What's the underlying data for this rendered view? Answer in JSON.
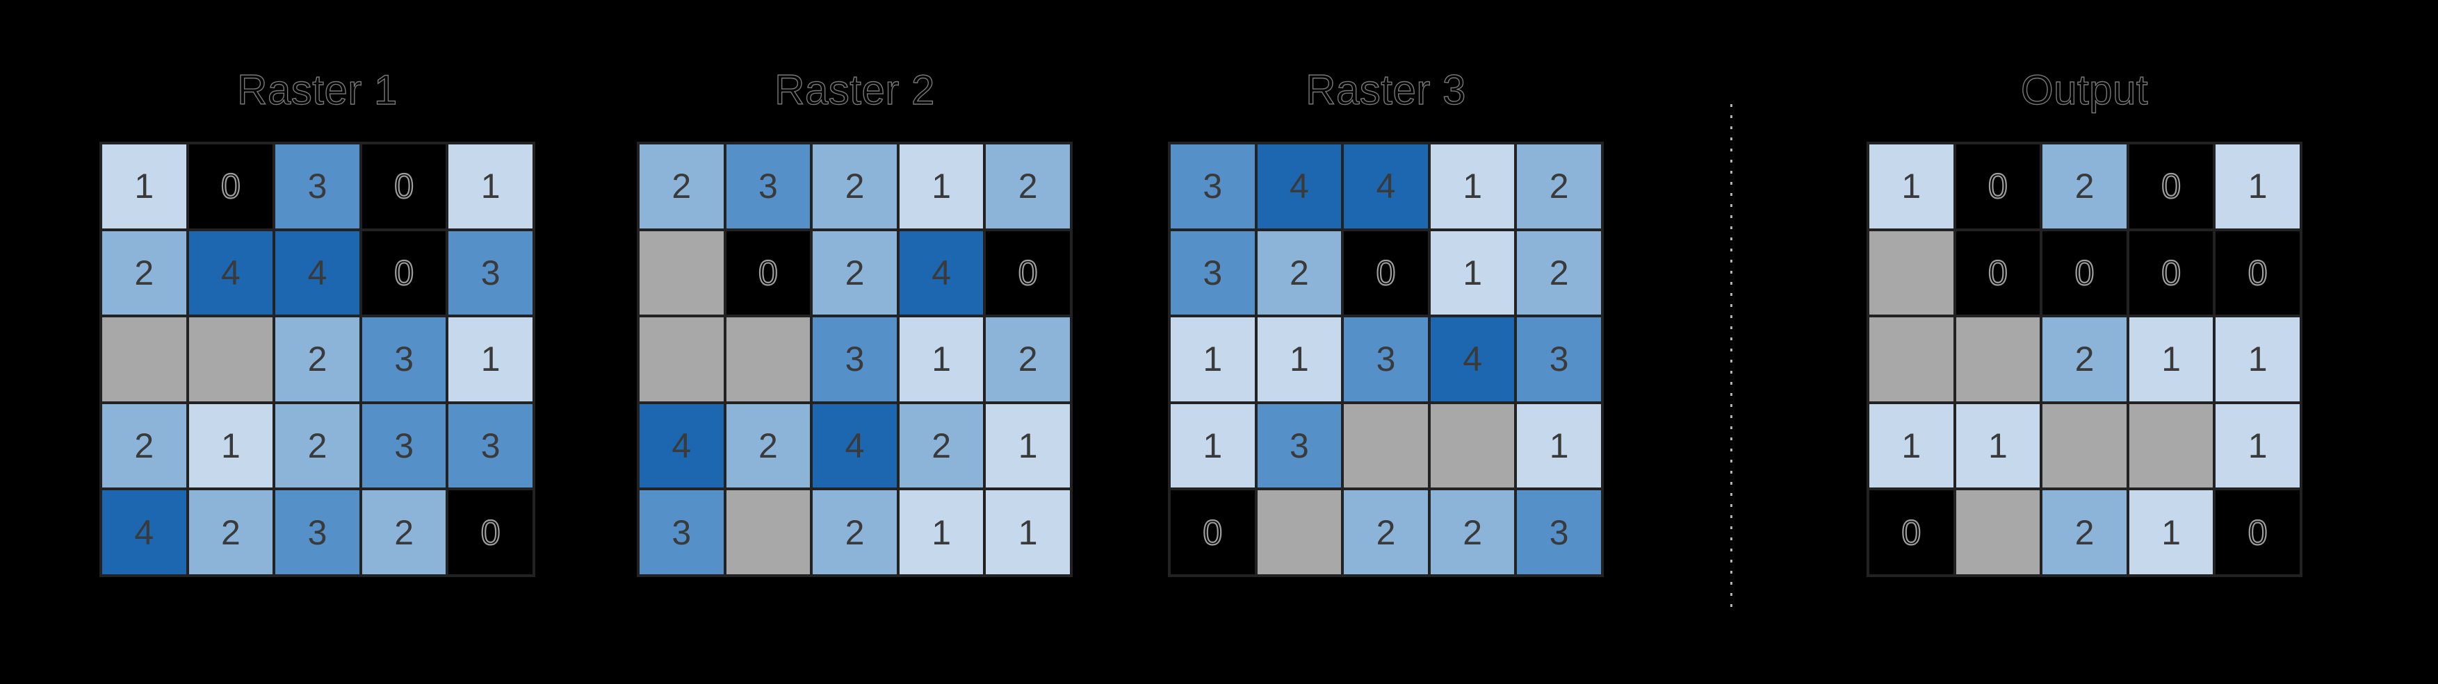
{
  "diagram": {
    "grids": [
      {
        "title": "Raster 1",
        "cells": [
          [
            1,
            0,
            3,
            0,
            1
          ],
          [
            2,
            4,
            4,
            0,
            3
          ],
          [
            null,
            null,
            2,
            3,
            1
          ],
          [
            2,
            1,
            2,
            3,
            3
          ],
          [
            4,
            2,
            3,
            2,
            0
          ]
        ]
      },
      {
        "title": "Raster 2",
        "cells": [
          [
            2,
            3,
            2,
            1,
            2
          ],
          [
            null,
            0,
            2,
            4,
            0
          ],
          [
            null,
            null,
            3,
            1,
            2
          ],
          [
            4,
            2,
            4,
            2,
            1
          ],
          [
            3,
            null,
            2,
            1,
            1
          ]
        ]
      },
      {
        "title": "Raster 3",
        "cells": [
          [
            3,
            4,
            4,
            1,
            2
          ],
          [
            3,
            2,
            0,
            1,
            2
          ],
          [
            1,
            1,
            3,
            4,
            3
          ],
          [
            1,
            3,
            null,
            null,
            1
          ],
          [
            0,
            null,
            2,
            2,
            3
          ]
        ]
      },
      {
        "title": "Output",
        "cells": [
          [
            1,
            0,
            2,
            0,
            1
          ],
          [
            null,
            0,
            0,
            0,
            0
          ],
          [
            null,
            null,
            2,
            1,
            1
          ],
          [
            1,
            1,
            null,
            null,
            1
          ],
          [
            0,
            null,
            2,
            1,
            0
          ]
        ]
      }
    ],
    "colors": {
      "background": "#000000",
      "value_0": "#000000",
      "value_1": "#c5d8ec",
      "value_2": "#8cb4d9",
      "value_3": "#5590c8",
      "value_4": "#1c67af",
      "nodata": "#a8a8a8",
      "digit": "#3a3a3a",
      "digit_outline": "#9d9d9d",
      "grid_border": "#222222",
      "title_outline": "#787878",
      "dash": "#b5b5b5"
    }
  }
}
